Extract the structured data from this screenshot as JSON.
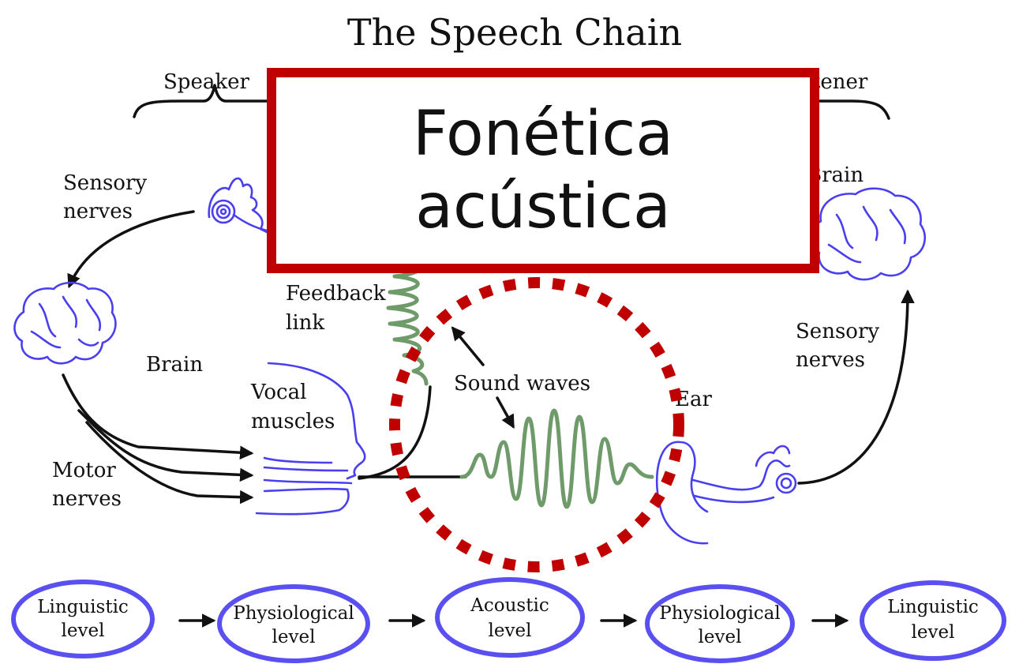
{
  "diagram": {
    "title": "The Speech Chain",
    "speaker_label": "Speaker",
    "listener_label": "Listener",
    "labels": {
      "sensory_nerves_left": [
        "Sensory",
        "nerves"
      ],
      "feedback_link": [
        "Feedback",
        "link"
      ],
      "brain_left": "Brain",
      "vocal_muscles": [
        "Vocal",
        "muscles"
      ],
      "motor_nerves": [
        "Motor",
        "nerves"
      ],
      "sound_waves": "Sound waves",
      "ear": "Ear",
      "brain_right": "Brain",
      "sensory_nerves_right": [
        "Sensory",
        "nerves"
      ]
    },
    "levels": [
      {
        "line1": "Linguistic",
        "line2": "level"
      },
      {
        "line1": "Physiological",
        "line2": "level"
      },
      {
        "line1": "Acoustic",
        "line2": "level"
      },
      {
        "line1": "Physiological",
        "line2": "level"
      },
      {
        "line1": "Linguistic",
        "line2": "level"
      }
    ]
  },
  "overlay": {
    "line1": "Fonética",
    "line2": "acústica",
    "border_color": "#c00000"
  },
  "highlight": {
    "color": "#c00000",
    "style": "dotted-circle"
  },
  "colors": {
    "anatomy": "#4a3ff0",
    "wave": "#6f9a6a",
    "level_ring": "#5a4ff0"
  }
}
